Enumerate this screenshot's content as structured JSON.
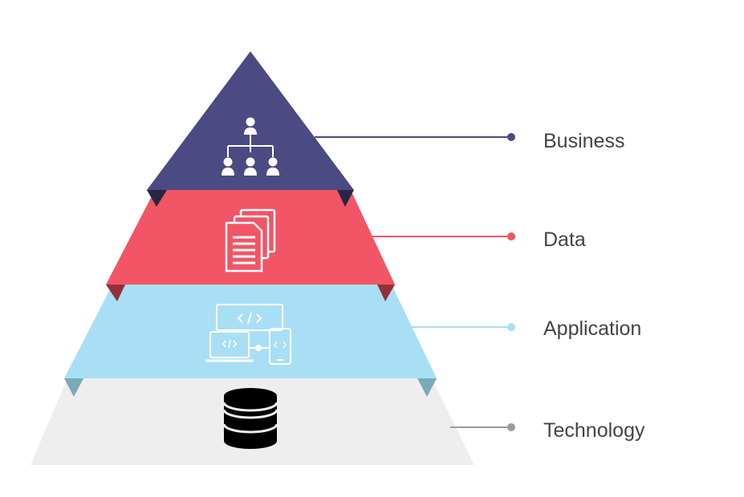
{
  "diagram": {
    "layers": [
      {
        "id": "business",
        "label": "Business",
        "color": "#4b4a82",
        "shade": "#272645",
        "icon": "org-chart-icon"
      },
      {
        "id": "data",
        "label": "Data",
        "color": "#f25565",
        "shade": "#93313a",
        "icon": "documents-icon"
      },
      {
        "id": "application",
        "label": "Application",
        "color": "#a9dff4",
        "shade": "#7aa9ba",
        "icon": "devices-code-icon"
      },
      {
        "id": "technology",
        "label": "Technology",
        "color": "#eeeeee",
        "shade": "#bdbdbd",
        "icon": "database-icon"
      }
    ],
    "connector_colors": {
      "business": "#4b4a82",
      "data": "#f25565",
      "application": "#a9dff4",
      "technology": "#9a9a9a"
    }
  }
}
